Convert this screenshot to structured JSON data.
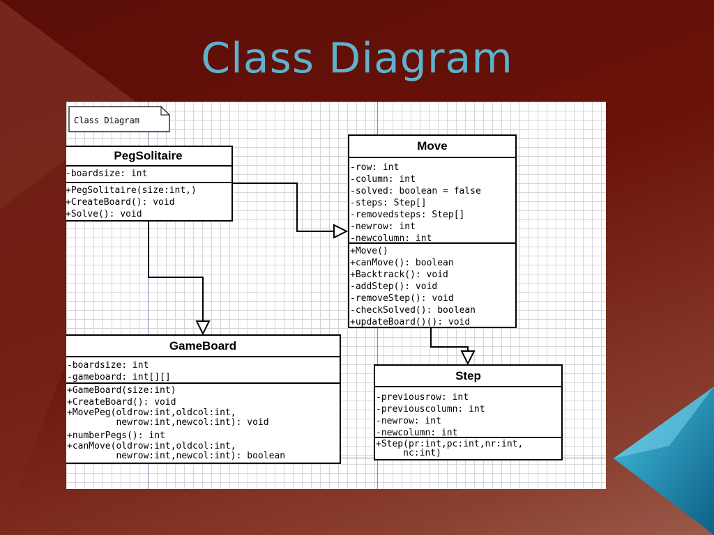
{
  "slide": {
    "title": "Class Diagram"
  },
  "note": {
    "text": "Class Diagram"
  },
  "classes": {
    "pegsolitaire": {
      "name": "PegSolitaire",
      "attributes": [
        "-boardsize: int"
      ],
      "operations": [
        "+PegSolitaire(size:int,)",
        "+CreateBoard(): void",
        "+Solve(): void"
      ]
    },
    "move": {
      "name": "Move",
      "attributes": [
        "-row: int",
        "-column: int",
        "-solved: boolean = false",
        "-steps: Step[]",
        "-removedsteps: Step[]",
        "-newrow: int",
        "-newcolumn: int"
      ],
      "operations": [
        "+Move()",
        "+canMove(): boolean",
        "+Backtrack(): void",
        "-addStep(): void",
        "-removeStep(): void",
        "-checkSolved(): boolean",
        "+updateBoard()(): void"
      ]
    },
    "gameboard": {
      "name": "GameBoard",
      "attributes": [
        "-boardsize: int",
        "-gameboard: int[][]"
      ],
      "operations": [
        "+GameBoard(size:int)",
        "+CreateBoard(): void",
        "+MovePeg(oldrow:int,oldcol:int,",
        "         newrow:int,newcol:int): void",
        "+numberPegs(): int",
        "+canMove(oldrow:int,oldcol:int,",
        "         newrow:int,newcol:int): boolean"
      ]
    },
    "step": {
      "name": "Step",
      "attributes": [
        "-previousrow: int",
        "-previouscolumn: int",
        "-newrow: int",
        "-newcolumn: int"
      ],
      "operations": [
        "+Step(pr:int,pc:int,nr:int,",
        "     nc:int)"
      ]
    }
  },
  "relations": [
    {
      "from": "PegSolitaire",
      "to": "Move",
      "type": "generalization"
    },
    {
      "from": "PegSolitaire",
      "to": "GameBoard",
      "type": "generalization"
    },
    {
      "from": "Move",
      "to": "Step",
      "type": "generalization"
    }
  ],
  "colors": {
    "title": "#5fb2cc",
    "background": "#5a0e08",
    "accent_triangle": "#1c8fb2",
    "grid": "#d6d6d6",
    "guide": "#7f88b8"
  }
}
